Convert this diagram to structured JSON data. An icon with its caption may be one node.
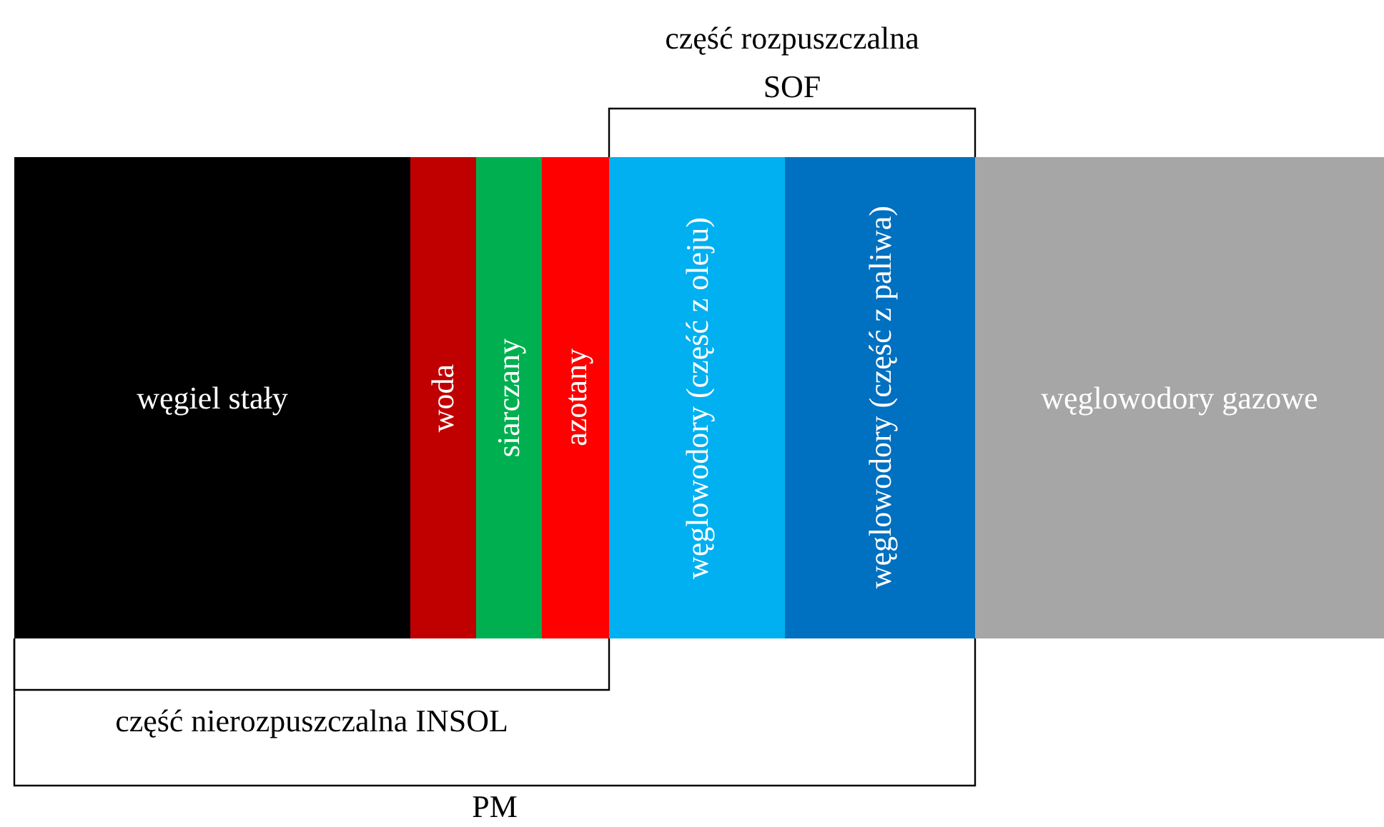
{
  "diagram": {
    "nodes": [
      {
        "text": [
          "węgiel stały"
        ]
      },
      {
        "text": [
          "woda"
        ]
      },
      {
        "text": [
          "siarczany"
        ]
      },
      {
        "text": [
          "azotany"
        ]
      },
      {
        "text": [
          "węglowodory (część z oleju)"
        ]
      },
      {
        "text": [
          "węglowodory (część z paliwa)"
        ]
      },
      {
        "text": [
          "węglowodory gazowe"
        ]
      }
    ],
    "labels": [
      "część rozpuszczalna SOF",
      "część nierozpuszczalna INSOL",
      "PM"
    ]
  }
}
